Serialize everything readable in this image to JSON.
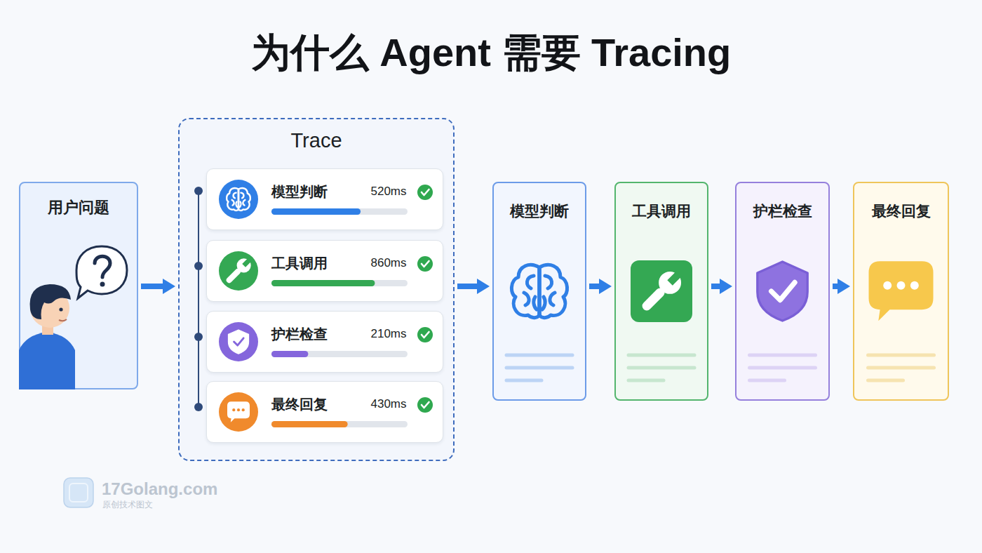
{
  "diagram": {
    "title": "为什么 Agent 需要 Tracing",
    "nodes": [
      {
        "text": [
          "用户问题"
        ]
      },
      {
        "text": [
          "Trace"
        ]
      },
      {
        "text": [
          "模型判断",
          "520ms"
        ],
        "in": 1
      },
      {
        "text": [
          "工具调用",
          "860ms"
        ],
        "in": 1
      },
      {
        "text": [
          "护栏检查",
          "210ms"
        ],
        "in": 1
      },
      {
        "text": [
          "最终回复",
          "430ms"
        ],
        "in": 1
      },
      {
        "text": [
          "模型判断"
        ]
      },
      {
        "text": [
          "工具调用"
        ]
      },
      {
        "text": [
          "护栏检查"
        ]
      },
      {
        "text": [
          "最终回复"
        ]
      }
    ],
    "edges": [
      {
        "from": 0,
        "to": 1,
        "arrow": "to"
      },
      {
        "from": 1,
        "to": 6,
        "arrow": "to"
      },
      {
        "from": 6,
        "to": 7,
        "arrow": "to"
      },
      {
        "from": 7,
        "to": 8,
        "arrow": "to"
      },
      {
        "from": 8,
        "to": 9,
        "arrow": "to"
      }
    ],
    "labels": [
      "17Golang.com",
      "原创技术图文"
    ]
  }
}
